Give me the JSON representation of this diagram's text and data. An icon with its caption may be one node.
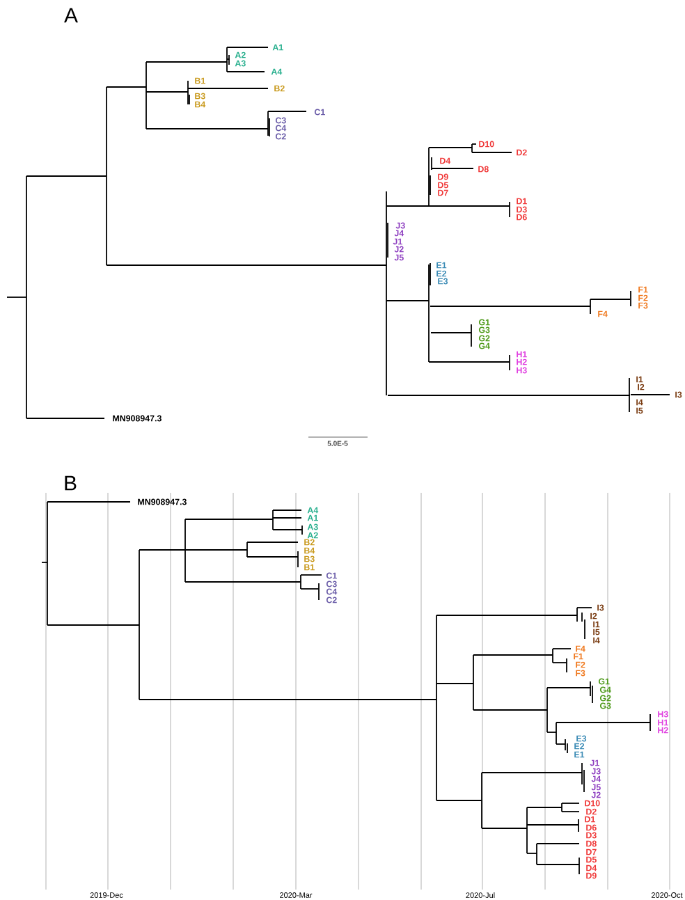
{
  "diagram": {
    "labels": [
      "A",
      "A1",
      "A2",
      "A3",
      "A4",
      "B1",
      "B2",
      "B3",
      "B4",
      "C1",
      "C3",
      "C4",
      "C2",
      "D10",
      "D2",
      "D4",
      "D8",
      "D9",
      "D5",
      "D7",
      "D1",
      "D3",
      "D6",
      "J3",
      "J4",
      "J1",
      "J2",
      "J5",
      "E1",
      "E2",
      "E3",
      "F1",
      "F2",
      "F3",
      "F4",
      "G1",
      "G3",
      "G2",
      "G4",
      "H1",
      "H2",
      "H3",
      "I1",
      "I2",
      "I3",
      "I4",
      "I5",
      "MN908947.3",
      "5.0E-5",
      "B",
      "MN908947.3",
      "A4",
      "A1",
      "A3",
      "A2",
      "B2",
      "B4",
      "B3",
      "B1",
      "C1",
      "C3",
      "C4",
      "C2",
      "I3",
      "I2",
      "I1",
      "I5",
      "I4",
      "F4",
      "F1",
      "F2",
      "F3",
      "G1",
      "G4",
      "G2",
      "G3",
      "H3",
      "H1",
      "H2",
      "E3",
      "E2",
      "E1",
      "J1",
      "J3",
      "J4",
      "J5",
      "J2",
      "D10",
      "D2",
      "D1",
      "D6",
      "D3",
      "D8",
      "D7",
      "D5",
      "D4",
      "D9",
      "2019-Dec",
      "2020-Mar",
      "2020-Jul",
      "2020-Oct"
    ]
  }
}
